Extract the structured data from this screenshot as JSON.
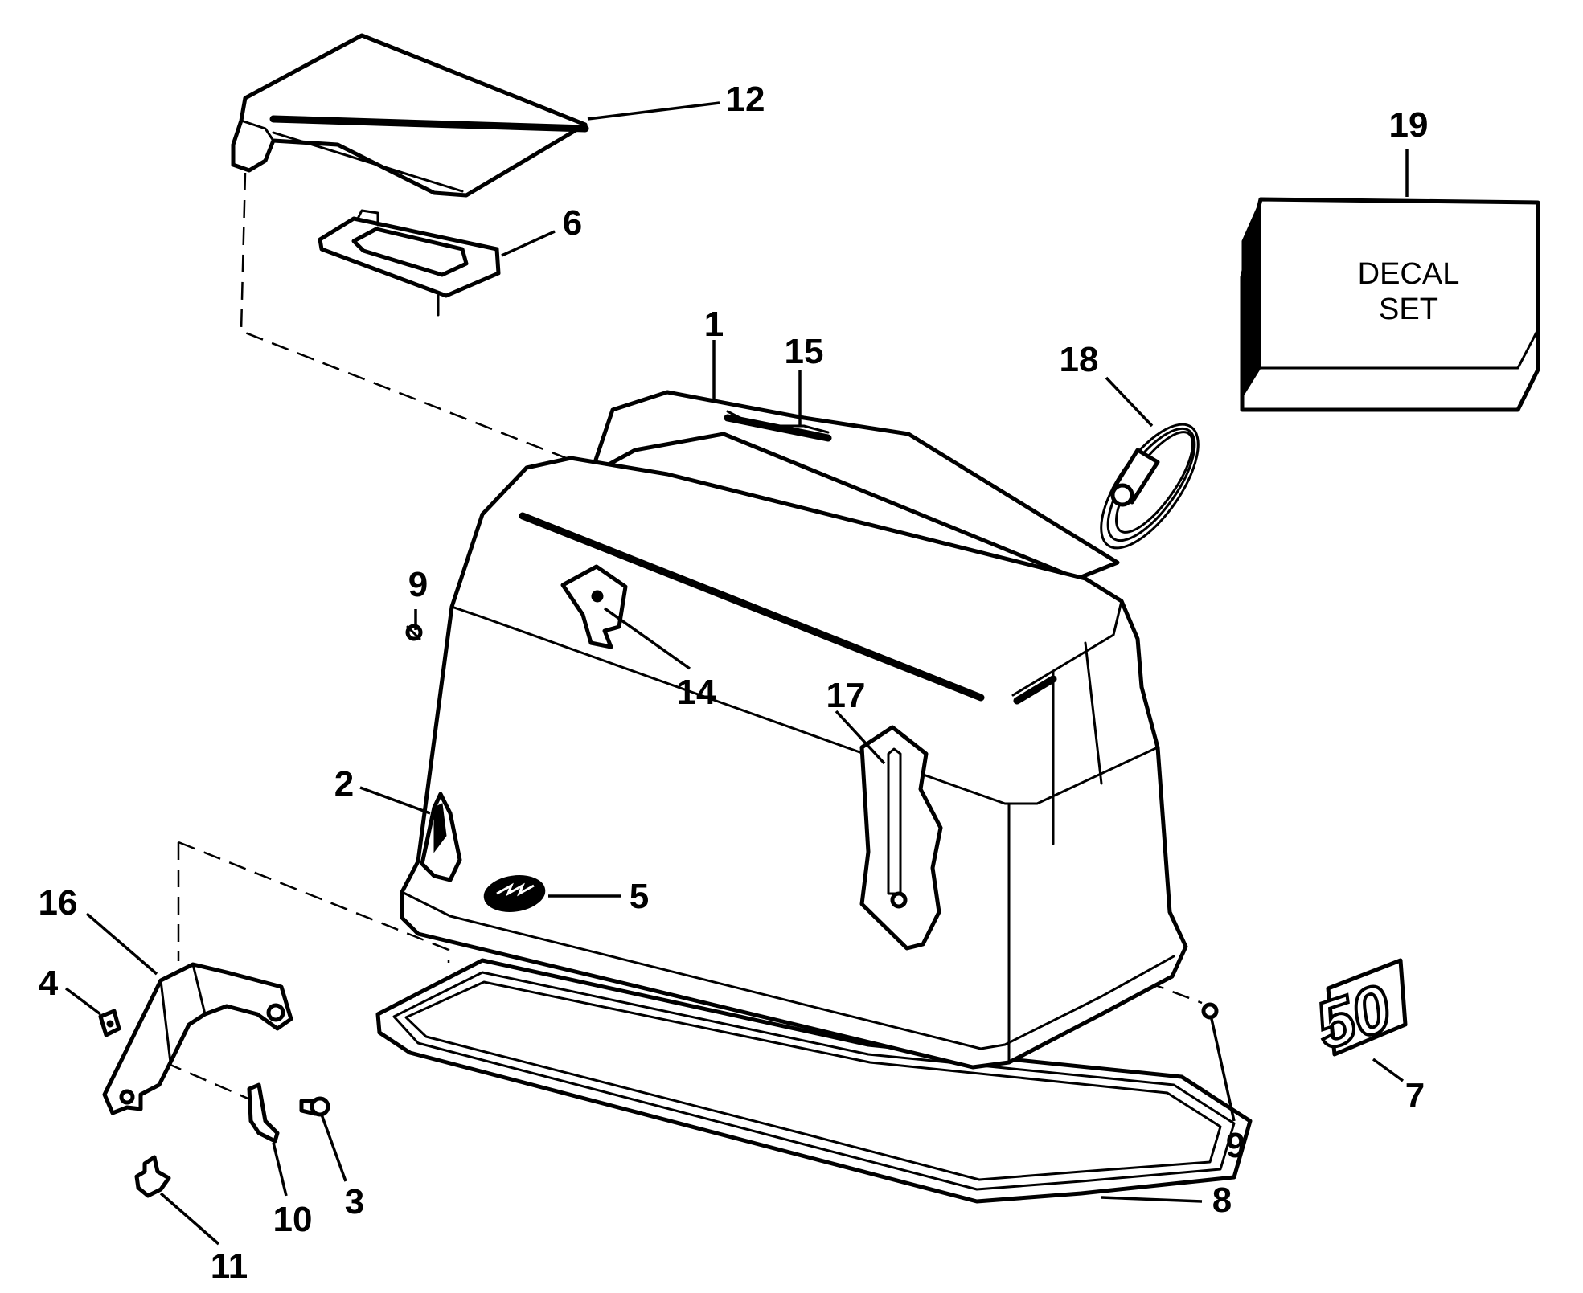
{
  "callouts": {
    "c1": "1",
    "c2": "2",
    "c3": "3",
    "c4": "4",
    "c5": "5",
    "c6": "6",
    "c7": "7",
    "c8": "8",
    "c9a": "9",
    "c9b": "9",
    "c10": "10",
    "c11": "11",
    "c12": "12",
    "c14": "14",
    "c15": "15",
    "c16": "16",
    "c17": "17",
    "c18": "18",
    "c19": "19"
  },
  "decal_box": {
    "line1": "DECAL",
    "line2": "SET"
  },
  "badge": {
    "text": "50"
  },
  "colors": {
    "ink": "#000000",
    "paper": "#ffffff"
  }
}
